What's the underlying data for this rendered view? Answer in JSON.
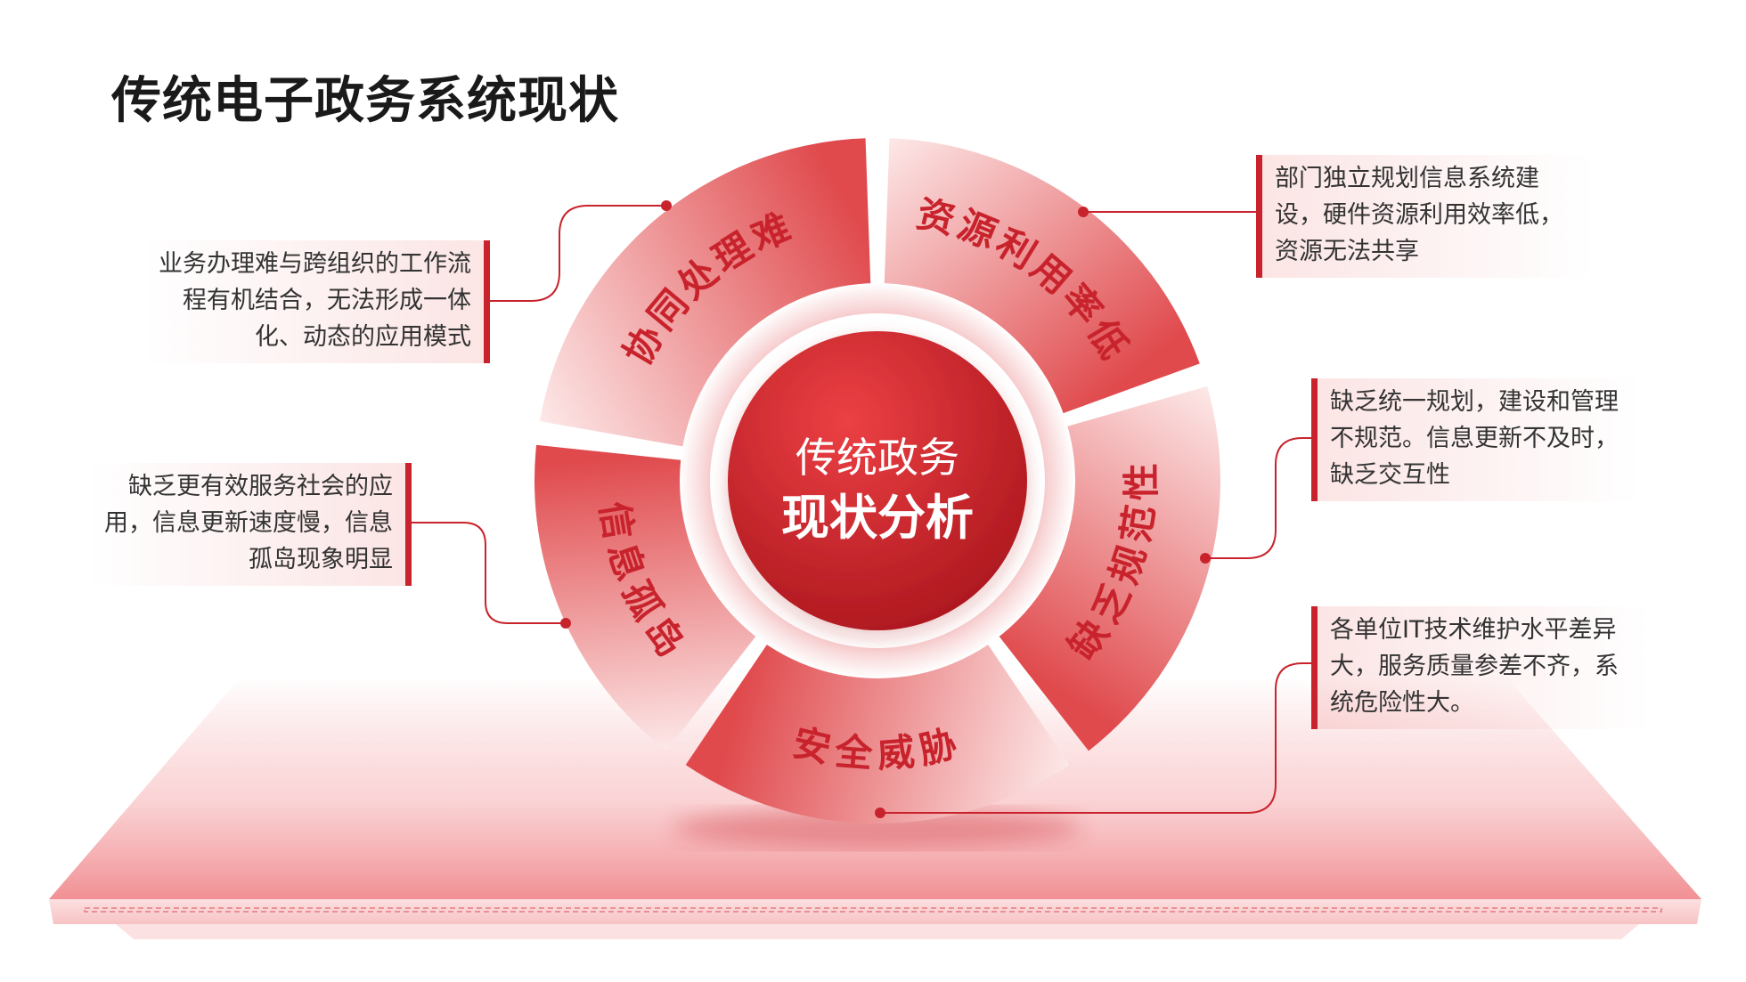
{
  "title": "传统电子政务系统现状",
  "hub": {
    "line1": "传统政务",
    "line2": "现状分析"
  },
  "segments": [
    {
      "label": "协同处理难",
      "description": "业务办理难与跨组织的工作流程有机结合，无法形成一体化、动态的应用模式"
    },
    {
      "label": "资源利用率低",
      "description": "部门独立规划信息系统建设，硬件资源利用效率低，资源无法共享"
    },
    {
      "label": "缺乏规范性",
      "description": "缺乏统一规划，建设和管理不规范。信息更新不及时，缺乏交互性"
    },
    {
      "label": "安全威胁",
      "description": "各单位IT技术维护水平差异大，服务质量参差不齐，系统危险性大。"
    },
    {
      "label": "信息孤岛",
      "description": "缺乏更有效服务社会的应用，信息更新速度慢，信息孤岛现象明显"
    }
  ],
  "colors": {
    "accent": "#c8232c",
    "segment_gradient_start": "#e04a4d",
    "segment_gradient_end": "#fde8e8",
    "hub_start": "#e8363a",
    "hub_end": "#a8141b"
  }
}
